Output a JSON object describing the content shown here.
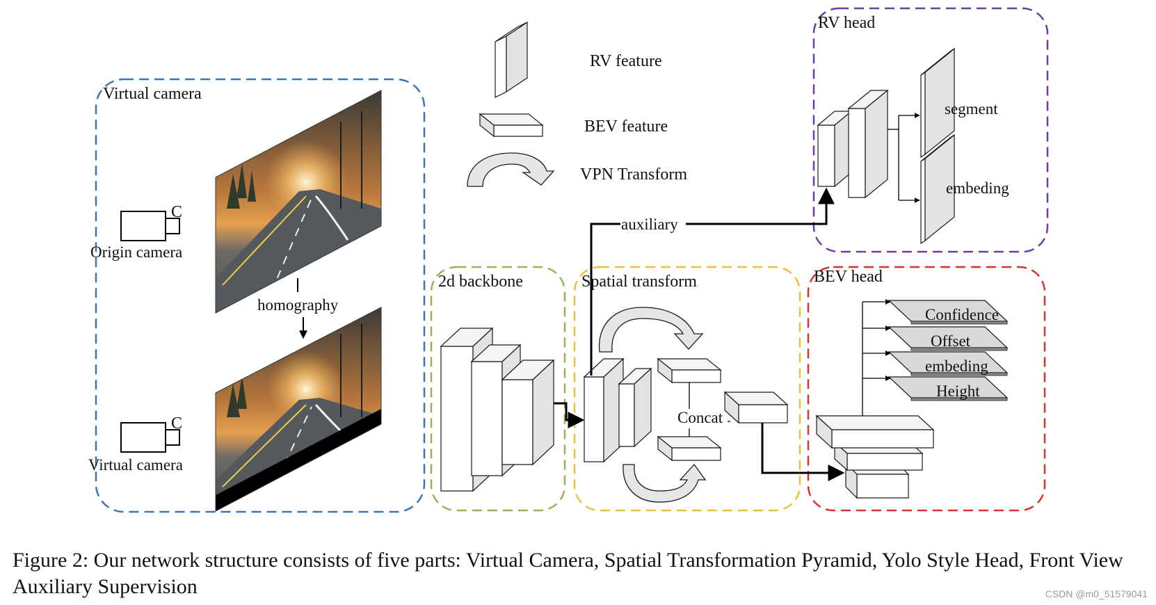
{
  "colors": {
    "virtual_camera": "#3b74b8",
    "backbone": "#94b356",
    "spatial": "#f0bf38",
    "bev_head": "#e0302b",
    "rv_head": "#6a3ea1"
  },
  "legend": {
    "rv_feature": "RV feature",
    "bev_feature": "BEV feature",
    "vpn_transform": "VPN Transform"
  },
  "virtual_camera_panel": {
    "title": "Virtual camera",
    "origin_camera_label": "Origin camera",
    "virtual_camera_label": "Virtual camera",
    "camera_letter": "C",
    "homography_label": "homography"
  },
  "backbone": {
    "title": "2d backbone"
  },
  "spatial": {
    "title": "Spatial transform",
    "concat_label": "Concat"
  },
  "auxiliary_label": "auxiliary",
  "rv_head": {
    "title": "RV head",
    "outputs": [
      "segment",
      "embeding"
    ]
  },
  "bev_head": {
    "title": "BEV head",
    "outputs": [
      "Confidence",
      "Offset",
      "embeding",
      "Height"
    ]
  },
  "caption": "Figure 2: Our network structure consists of five parts: Virtual Camera, Spatial Transformation Pyramid, Yolo Style Head, Front View Auxiliary Supervision",
  "watermark": "CSDN @m0_51579041"
}
